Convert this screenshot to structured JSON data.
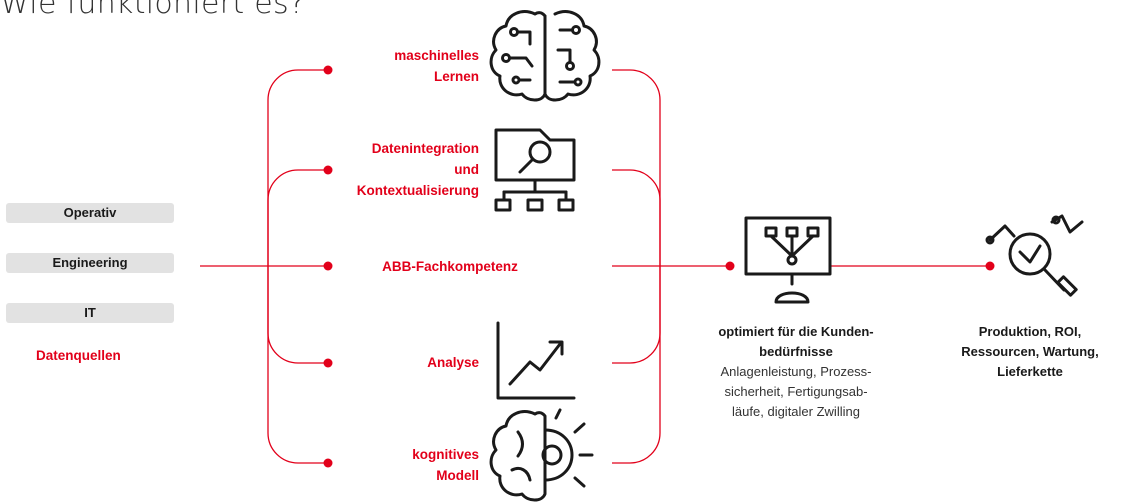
{
  "title": "Wie funktioniert es?",
  "sources": {
    "items": [
      "Operativ",
      "Engineering",
      "IT"
    ],
    "caption": "Datenquellen"
  },
  "capabilities": {
    "ml": {
      "line1": "maschinelles",
      "line2": "Lernen",
      "icon": "brain-circuit-icon"
    },
    "integration": {
      "line1": "Datenintegration",
      "line2": "und",
      "line3": "Kontextualisierung",
      "icon": "folder-magnifier-network-icon"
    },
    "expertise": {
      "label": "ABB-Fachkompetenz"
    },
    "analyse": {
      "label": "Analyse",
      "icon": "trend-chart-icon"
    },
    "cognitive": {
      "line1": "kognitives",
      "line2": "Modell",
      "icon": "brain-eye-icon"
    }
  },
  "optimized": {
    "bold_line1": "optimiert für die Kunden-",
    "bold_line2": "bedürfnisse",
    "desc_line1": "Anlagenleistung, Prozess-",
    "desc_line2": "sicherheit, Fertigungsab-",
    "desc_line3": "läufe, digitaler Zwilling",
    "icon": "monitor-network-icon"
  },
  "outcome": {
    "line1": "Produktion, ROI,",
    "line2": "Ressourcen, Wartung,",
    "line3": "Lieferkette",
    "icon": "magnifier-analytics-icon"
  },
  "colors": {
    "accent": "#e2001a",
    "icon": "#1a1a1a",
    "pill": "#e2e2e2"
  }
}
